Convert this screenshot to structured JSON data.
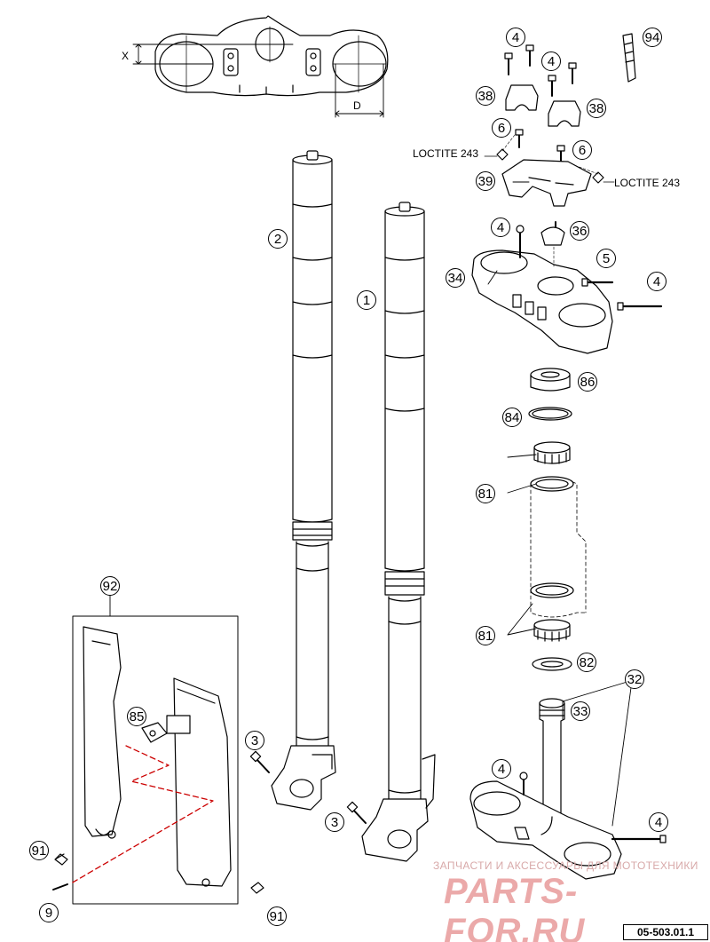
{
  "diagram": {
    "dimension_labels": {
      "x": "X",
      "d": "D"
    },
    "loctite_left": "LOCTITE 243",
    "loctite_right": "LOCTITE 243",
    "callouts": {
      "c1": "1",
      "c2": "2",
      "c3a": "3",
      "c3b": "3",
      "c4a": "4",
      "c4b": "4",
      "c4c": "4",
      "c4d": "4",
      "c4e": "4",
      "c4f": "4",
      "c5": "5",
      "c6a": "6",
      "c6b": "6",
      "c9": "9",
      "c32": "32",
      "c33": "33",
      "c34": "34",
      "c36": "36",
      "c38a": "38",
      "c38b": "38",
      "c39": "39",
      "c81a": "81",
      "c81b": "81",
      "c82": "82",
      "c84": "84",
      "c85": "85",
      "c86": "86",
      "c91a": "91",
      "c91b": "91",
      "c92": "92",
      "c94": "94"
    },
    "watermark_line1": "ЗАПЧАСТИ И АКСЕССУАРЫ ДЛЯ МОТОТЕХНИКИ",
    "watermark_line2": "PARTS-FOR.RU",
    "diagram_code": "05-503.01.1"
  },
  "colors": {
    "line": "#000000",
    "accent_dash": "#cc0000",
    "watermark": "#e89b9b"
  }
}
